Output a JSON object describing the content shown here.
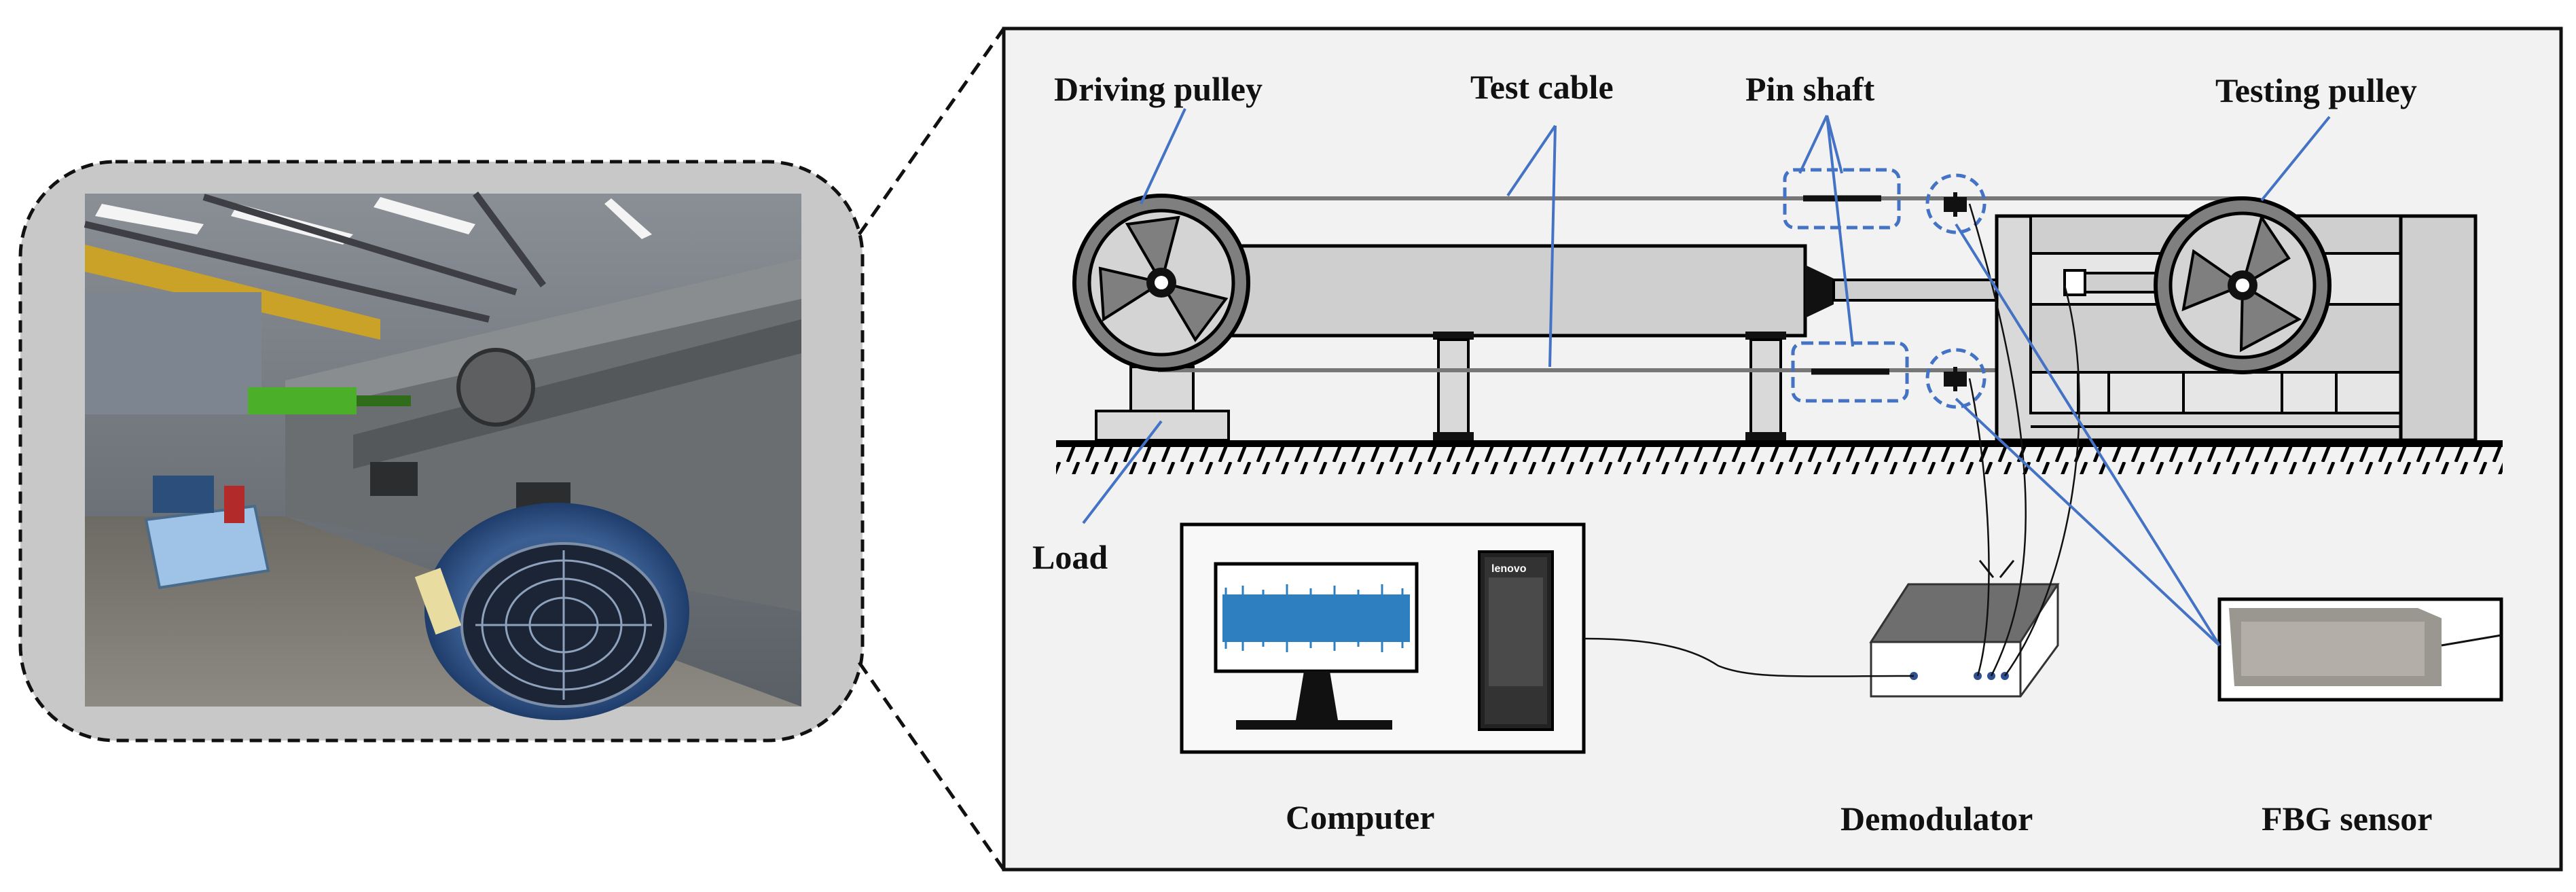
{
  "figure": {
    "labels": {
      "driving_pulley": "Driving pulley",
      "test_cable": "Test cable",
      "pin_shaft": "Pin shaft",
      "testing_pulley": "Testing pulley",
      "load": "Load",
      "computer": "Computer",
      "demodulator": "Demodulator",
      "fbg_sensor": "FBG sensor",
      "computer_brand": "lenovo"
    },
    "photo": {
      "description_hidden": true
    },
    "colors": {
      "leader_lines": "#4472c4",
      "panel_background": "#f2f2f2",
      "photo_frame": "#c8c8c8",
      "signal_trace": "#2e7fc0",
      "pulley_body": "#7f7f7f",
      "frame_fill": "#d9d9d9"
    }
  }
}
